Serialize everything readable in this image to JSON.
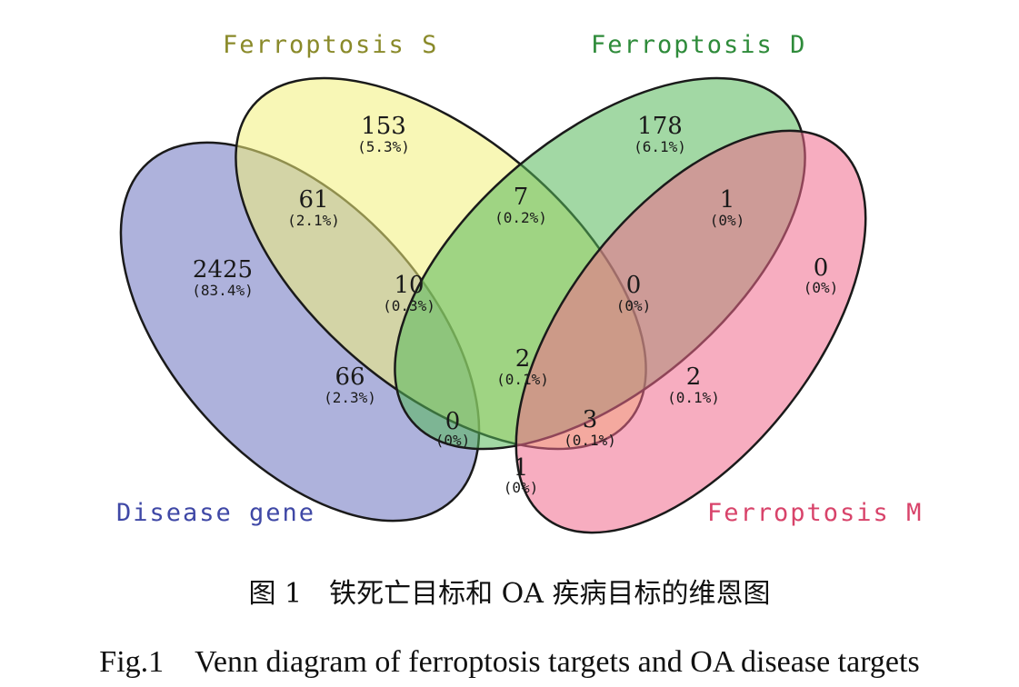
{
  "sets": {
    "s": {
      "label": "Ferroptosis S",
      "color": "#f2f07a",
      "label_color": "#8a8a2a"
    },
    "d": {
      "label": "Ferroptosis D",
      "color": "#55b85a",
      "label_color": "#2e8b3a"
    },
    "m": {
      "label": "Ferroptosis M",
      "color": "#f06a8c",
      "label_color": "#d8436a"
    },
    "g": {
      "label": "Disease gene",
      "color": "#6b73c0",
      "label_color": "#3f48a6"
    }
  },
  "regions": [
    {
      "id": "s_only",
      "count": "153",
      "percent": "(5.3%)"
    },
    {
      "id": "d_only",
      "count": "178",
      "percent": "(6.1%)"
    },
    {
      "id": "g_s",
      "count": "61",
      "percent": "(2.1%)"
    },
    {
      "id": "s_d",
      "count": "7",
      "percent": "(0.2%)"
    },
    {
      "id": "d_m",
      "count": "1",
      "percent": "(0%)"
    },
    {
      "id": "g_only",
      "count": "2425",
      "percent": "(83.4%)"
    },
    {
      "id": "g_s_d",
      "count": "10",
      "percent": "(0.3%)"
    },
    {
      "id": "s_d_m",
      "count": "0",
      "percent": "(0%)"
    },
    {
      "id": "m_only",
      "count": "0",
      "percent": "(0%)"
    },
    {
      "id": "g_d",
      "count": "66",
      "percent": "(2.3%)"
    },
    {
      "id": "all",
      "count": "2",
      "percent": "(0.1%)"
    },
    {
      "id": "s_m",
      "count": "2",
      "percent": "(0.1%)"
    },
    {
      "id": "g_d_m",
      "count": "0",
      "percent": "(0%)"
    },
    {
      "id": "g_s_m",
      "count": "3",
      "percent": "(0.1%)"
    },
    {
      "id": "g_m",
      "count": "1",
      "percent": "(0%)"
    }
  ],
  "caption": {
    "cn": "图 1　铁死亡目标和 OA 疾病目标的维恩图",
    "en": "Fig.1　Venn diagram of ferroptosis targets and OA disease targets"
  }
}
